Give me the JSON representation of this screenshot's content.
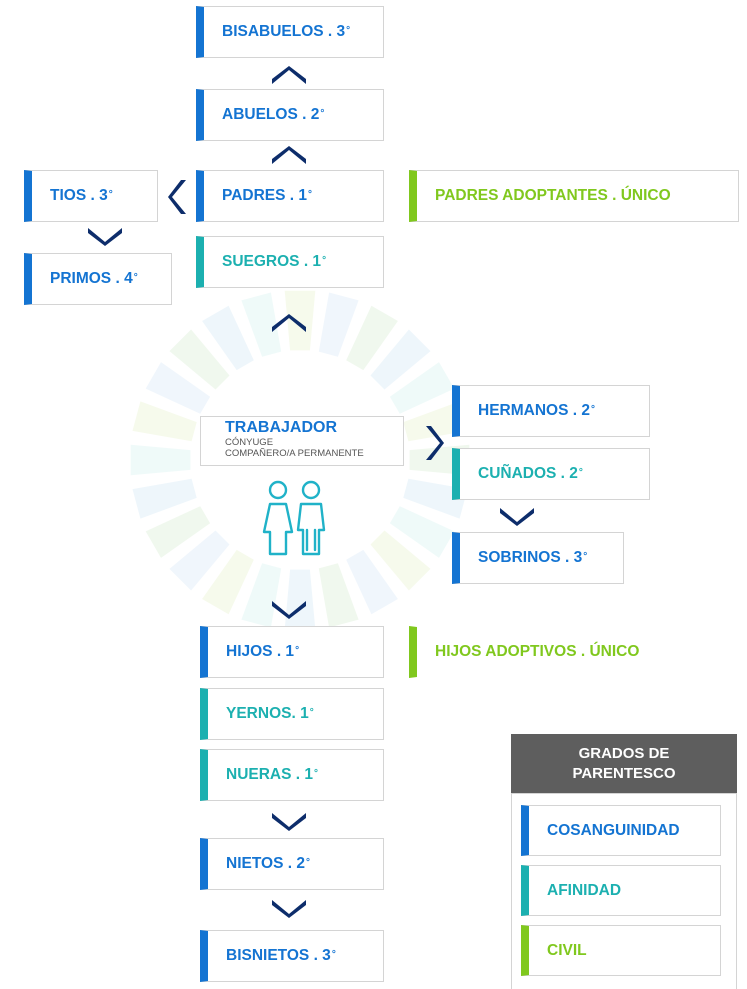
{
  "colors": {
    "cosanguinidad": "#1474d2",
    "afinidad": "#1cb0b0",
    "civil": "#80c81e",
    "arrow": "#0d2d6b",
    "legend_header": "#5e5e5e"
  },
  "nodes": {
    "bisabuelos": {
      "label": "BISABUELOS . 3",
      "deg": "°"
    },
    "abuelos": {
      "label": "ABUELOS . 2",
      "deg": "°"
    },
    "padres": {
      "label": "PADRES . 1",
      "deg": "°"
    },
    "padres_adoptantes": {
      "label": "PADRES ADOPTANTES . ÚNICO"
    },
    "suegros": {
      "label": "SUEGROS . 1",
      "deg": "°"
    },
    "tios": {
      "label": "TIOS . 3",
      "deg": "°"
    },
    "primos": {
      "label": "PRIMOS . 4",
      "deg": "°"
    },
    "hermanos": {
      "label": "HERMANOS . 2",
      "deg": "°"
    },
    "cunados": {
      "label": "CUÑADOS . 2",
      "deg": "°"
    },
    "sobrinos": {
      "label": "SOBRINOS . 3",
      "deg": "°"
    },
    "hijos": {
      "label": "HIJOS . 1",
      "deg": "°"
    },
    "hijos_adoptivos": {
      "label": "HIJOS ADOPTIVOS . ÚNICO"
    },
    "yernos": {
      "label": "YERNOS. 1",
      "deg": "°"
    },
    "nueras": {
      "label": "NUERAS . 1",
      "deg": "°"
    },
    "nietos": {
      "label": "NIETOS . 2",
      "deg": "°"
    },
    "bisnietos": {
      "label": "BISNIETOS . 3",
      "deg": "°"
    }
  },
  "worker": {
    "title": "TRABAJADOR",
    "line1": "CÓNYUGE",
    "line2": "COMPAÑERO/A PERMANENTE",
    "icon": "couple-icon"
  },
  "legend": {
    "title_line1": "GRADOS DE",
    "title_line2": "PARENTESCO",
    "items": [
      "COSANGUINIDAD",
      "AFINIDAD",
      "CIVIL"
    ]
  }
}
